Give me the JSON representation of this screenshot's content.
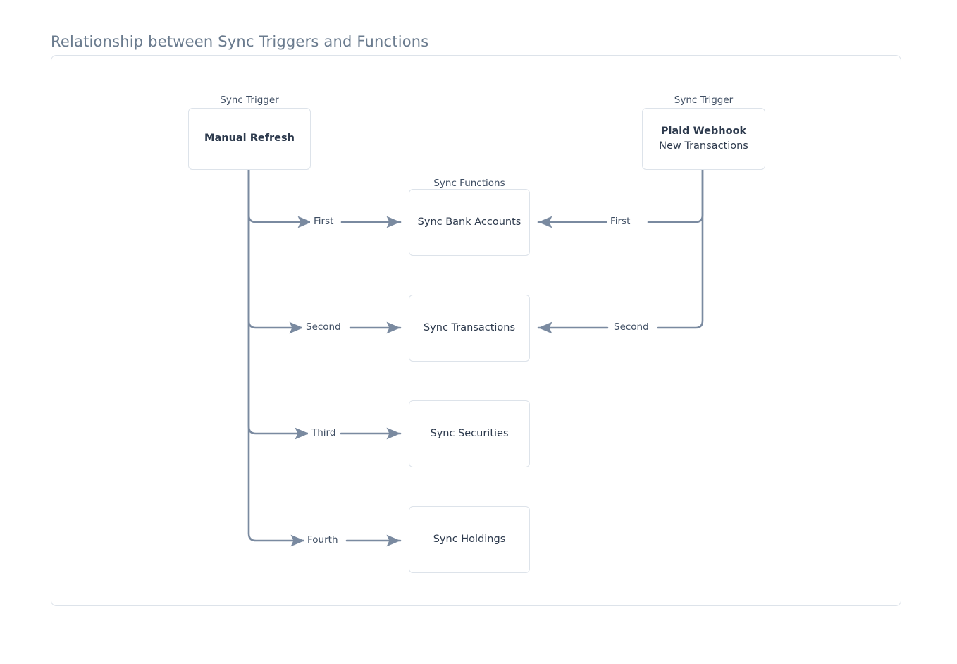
{
  "page": {
    "title": "Relationship between Sync Triggers and Functions"
  },
  "groups": {
    "trigger_left_label": "Sync Trigger",
    "trigger_right_label": "Sync Trigger",
    "functions_label": "Sync Functions"
  },
  "triggers": [
    {
      "id": "manual-refresh",
      "title": "Manual Refresh",
      "subtitle": ""
    },
    {
      "id": "plaid-webhook",
      "title": "Plaid Webhook",
      "subtitle": "New Transactions"
    }
  ],
  "functions": [
    {
      "id": "sync-bank-accounts",
      "label": "Sync Bank Accounts"
    },
    {
      "id": "sync-transactions",
      "label": "Sync Transactions"
    },
    {
      "id": "sync-securities",
      "label": "Sync Securities"
    },
    {
      "id": "sync-holdings",
      "label": "Sync Holdings"
    }
  ],
  "edges": {
    "left": [
      {
        "from": "manual-refresh",
        "to": "sync-bank-accounts",
        "label": "First"
      },
      {
        "from": "manual-refresh",
        "to": "sync-transactions",
        "label": "Second"
      },
      {
        "from": "manual-refresh",
        "to": "sync-securities",
        "label": "Third"
      },
      {
        "from": "manual-refresh",
        "to": "sync-holdings",
        "label": "Fourth"
      }
    ],
    "right": [
      {
        "from": "plaid-webhook",
        "to": "sync-bank-accounts",
        "label": "First"
      },
      {
        "from": "plaid-webhook",
        "to": "sync-transactions",
        "label": "Second"
      }
    ]
  },
  "colors": {
    "title_text": "#6a7b8e",
    "node_border": "#dde3ea",
    "node_text": "#2d3a4d",
    "connector": "#7a8aa0",
    "background": "#ffffff"
  }
}
